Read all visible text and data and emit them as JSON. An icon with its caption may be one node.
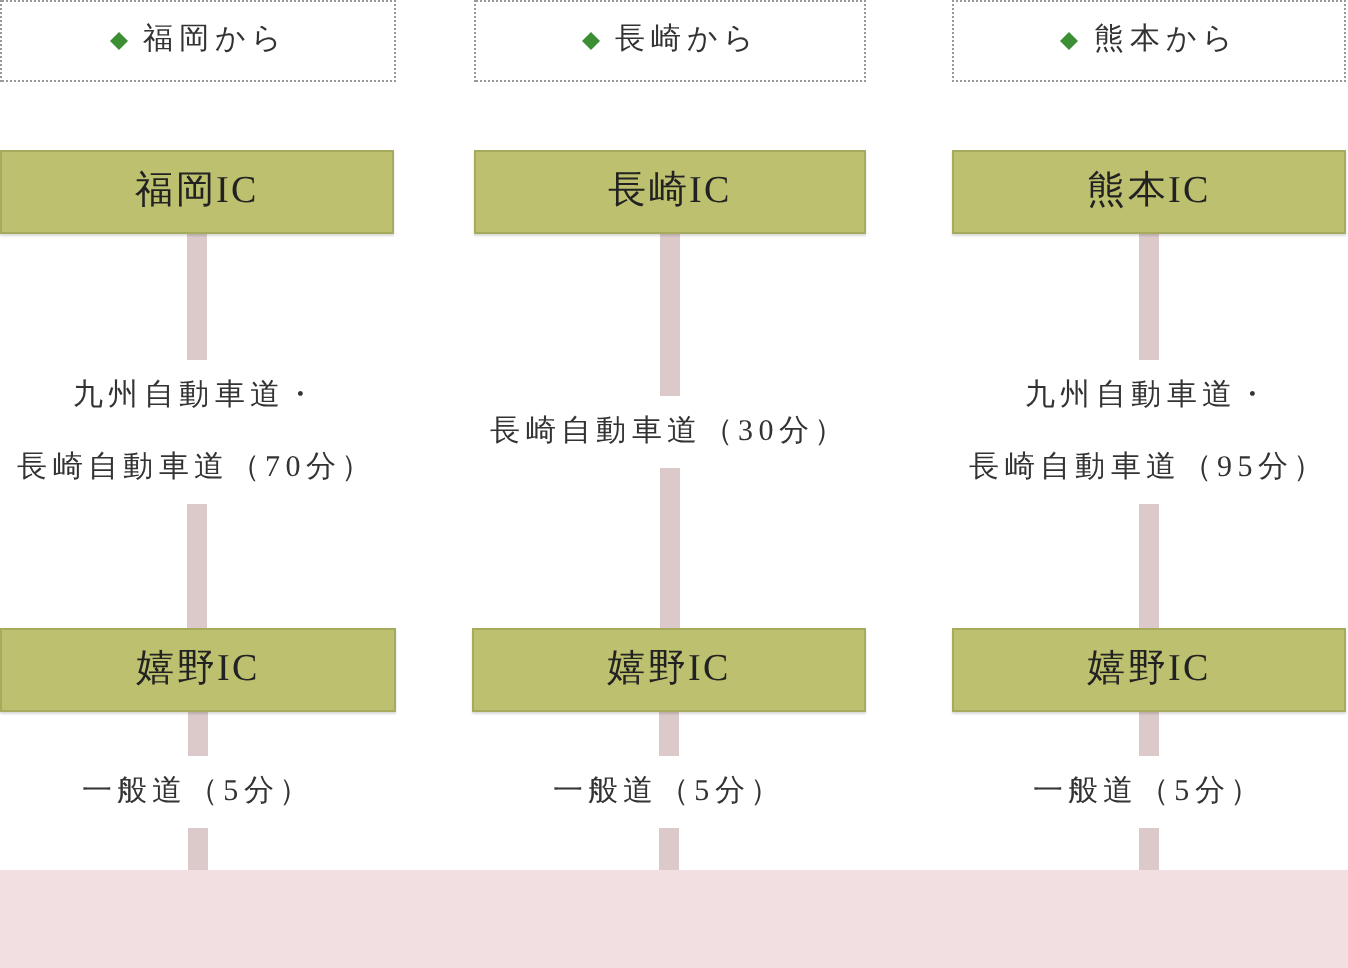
{
  "diagram": {
    "nodes": [
      {
        "text": [
          "福岡から"
        ]
      },
      {
        "text": [
          "長崎から"
        ]
      },
      {
        "text": [
          "熊本から"
        ]
      },
      {
        "text": [
          "福岡IC"
        ]
      },
      {
        "text": [
          "長崎IC"
        ]
      },
      {
        "text": [
          "熊本IC"
        ]
      },
      {
        "text": [
          "嬉野IC"
        ]
      },
      {
        "text": [
          "嬉野IC"
        ]
      },
      {
        "text": [
          "嬉野IC"
        ]
      },
      {
        "text": [],
        "shape": "band"
      }
    ],
    "edges": [
      {
        "from": 3,
        "to": 6,
        "arrow": "none",
        "label": "九州自動車道・長崎自動車道（70分）"
      },
      {
        "from": 6,
        "to": 9,
        "arrow": "none",
        "label": "一般道（5分）"
      },
      {
        "from": 4,
        "to": 7,
        "arrow": "none",
        "label": "長崎自動車道（30分）"
      },
      {
        "from": 7,
        "to": 9,
        "arrow": "none",
        "label": "一般道（5分）"
      },
      {
        "from": 5,
        "to": 8,
        "arrow": "none",
        "label": "九州自動車道・長崎自動車道（95分）"
      },
      {
        "from": 8,
        "to": 9,
        "arrow": "none",
        "label": "一般道（5分）"
      }
    ]
  }
}
